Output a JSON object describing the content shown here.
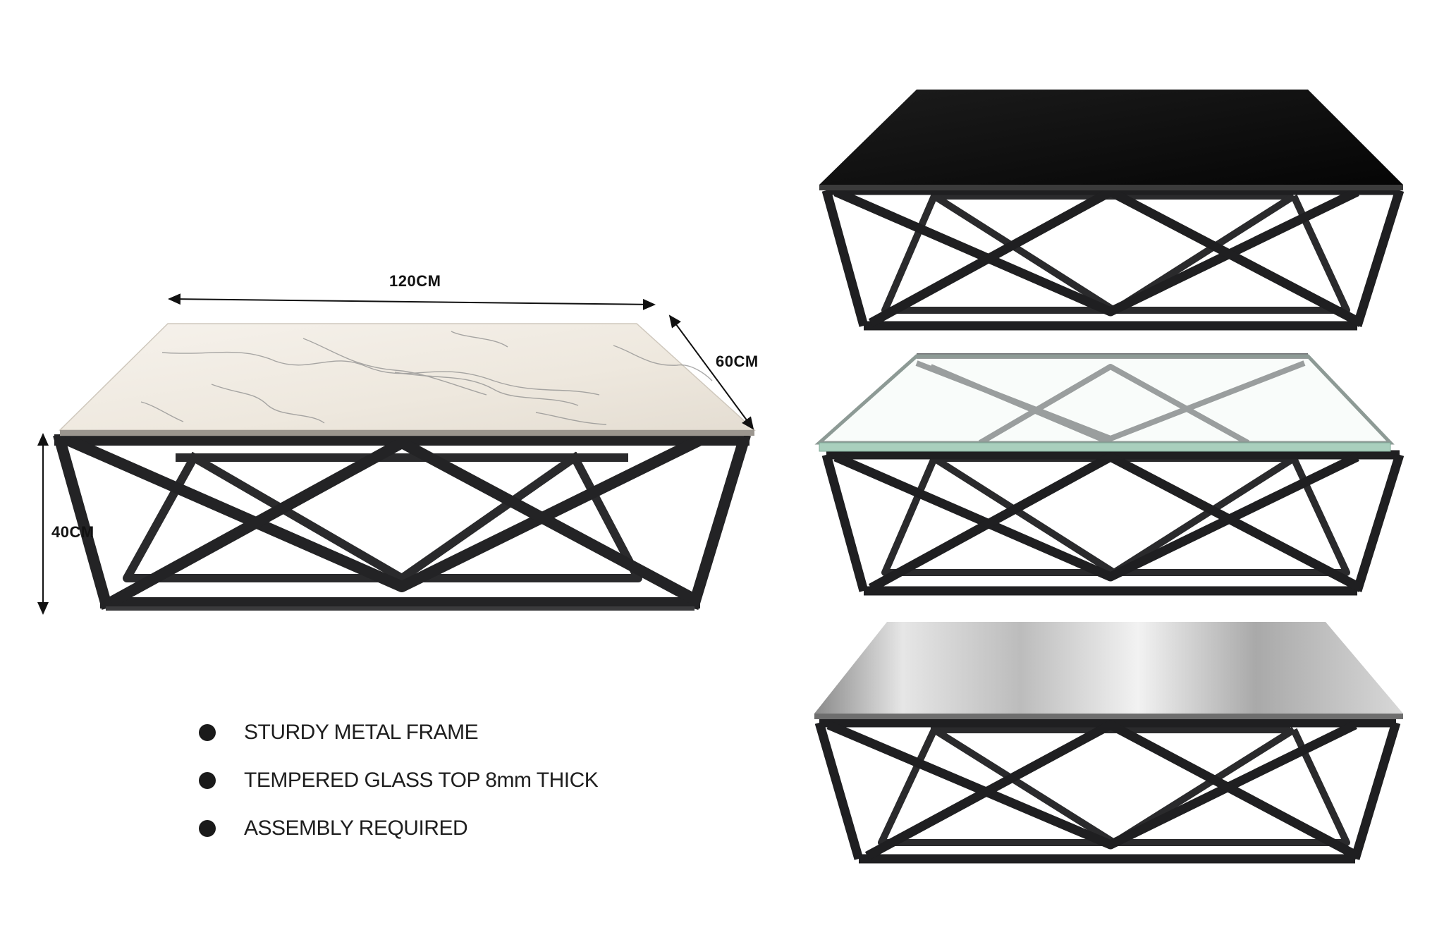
{
  "dimensions": {
    "width": "120CM",
    "depth": "60CM",
    "height": "40CM"
  },
  "features": [
    "STURDY METAL FRAME",
    "TEMPERED GLASS TOP 8mm THICK",
    "ASSEMBLY REQUIRED"
  ],
  "variants": [
    "black-glass-top",
    "clear-glass-top",
    "mirror-top"
  ],
  "colors": {
    "frame": "#2a2a2c",
    "marble": "#f1ece4",
    "black_top": "#0d0d0d",
    "clear_glass_edge": "#9fc9b4",
    "mirror": "#c8c8c8"
  }
}
